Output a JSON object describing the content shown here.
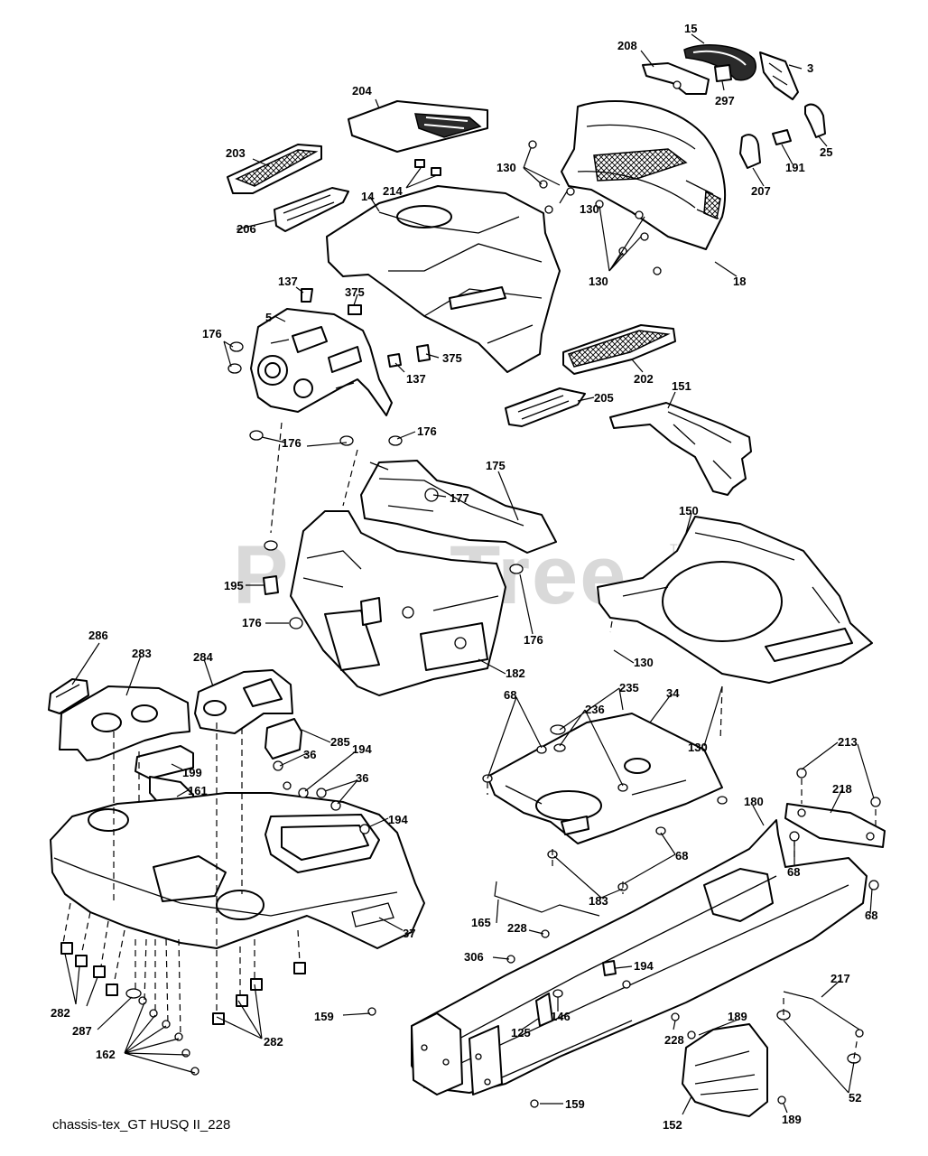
{
  "watermark": {
    "text": "PartsTree",
    "tm": "TM"
  },
  "caption": "chassis-tex_GT HUSQ II_228",
  "callouts": [
    {
      "id": "c15",
      "text": "15"
    },
    {
      "id": "c208",
      "text": "208"
    },
    {
      "id": "c3",
      "text": "3"
    },
    {
      "id": "c297",
      "text": "297"
    },
    {
      "id": "c204",
      "text": "204"
    },
    {
      "id": "c25",
      "text": "25"
    },
    {
      "id": "c130a",
      "text": "130"
    },
    {
      "id": "c191",
      "text": "191"
    },
    {
      "id": "c207",
      "text": "207"
    },
    {
      "id": "c203",
      "text": "203"
    },
    {
      "id": "c214",
      "text": "214"
    },
    {
      "id": "c14",
      "text": "14"
    },
    {
      "id": "c130b",
      "text": "130"
    },
    {
      "id": "c206",
      "text": "206"
    },
    {
      "id": "c130c",
      "text": "130"
    },
    {
      "id": "c18",
      "text": "18"
    },
    {
      "id": "c137a",
      "text": "137"
    },
    {
      "id": "c375a",
      "text": "375"
    },
    {
      "id": "c5",
      "text": "5"
    },
    {
      "id": "c176a",
      "text": "176"
    },
    {
      "id": "c375b",
      "text": "375"
    },
    {
      "id": "c137b",
      "text": "137"
    },
    {
      "id": "c202",
      "text": "202"
    },
    {
      "id": "c151",
      "text": "151"
    },
    {
      "id": "c205",
      "text": "205"
    },
    {
      "id": "c176b",
      "text": "176"
    },
    {
      "id": "c176c",
      "text": "176"
    },
    {
      "id": "c175",
      "text": "175"
    },
    {
      "id": "c177",
      "text": "177"
    },
    {
      "id": "c150",
      "text": "150"
    },
    {
      "id": "c195",
      "text": "195"
    },
    {
      "id": "c176d",
      "text": "176"
    },
    {
      "id": "c176e",
      "text": "176"
    },
    {
      "id": "c130d",
      "text": "130"
    },
    {
      "id": "c286",
      "text": "286"
    },
    {
      "id": "c283",
      "text": "283"
    },
    {
      "id": "c284",
      "text": "284"
    },
    {
      "id": "c182",
      "text": "182"
    },
    {
      "id": "c285",
      "text": "285"
    },
    {
      "id": "c68a",
      "text": "68"
    },
    {
      "id": "c235",
      "text": "235"
    },
    {
      "id": "c236",
      "text": "236"
    },
    {
      "id": "c34",
      "text": "34"
    },
    {
      "id": "c130e",
      "text": "130"
    },
    {
      "id": "c36a",
      "text": "36"
    },
    {
      "id": "c194a",
      "text": "194"
    },
    {
      "id": "c213",
      "text": "213"
    },
    {
      "id": "c36b",
      "text": "36"
    },
    {
      "id": "c199",
      "text": "199"
    },
    {
      "id": "c161",
      "text": "161"
    },
    {
      "id": "c218",
      "text": "218"
    },
    {
      "id": "c180",
      "text": "180"
    },
    {
      "id": "c194b",
      "text": "194"
    },
    {
      "id": "c68b",
      "text": "68"
    },
    {
      "id": "c68c",
      "text": "68"
    },
    {
      "id": "c183",
      "text": "183"
    },
    {
      "id": "c37",
      "text": "37"
    },
    {
      "id": "c165",
      "text": "165"
    },
    {
      "id": "c228a",
      "text": "228"
    },
    {
      "id": "c68d",
      "text": "68"
    },
    {
      "id": "c306",
      "text": "306"
    },
    {
      "id": "c194c",
      "text": "194"
    },
    {
      "id": "c217",
      "text": "217"
    },
    {
      "id": "c282a",
      "text": "282"
    },
    {
      "id": "c287",
      "text": "287"
    },
    {
      "id": "c159a",
      "text": "159"
    },
    {
      "id": "c146",
      "text": "146"
    },
    {
      "id": "c125",
      "text": "125"
    },
    {
      "id": "c189a",
      "text": "189"
    },
    {
      "id": "c228b",
      "text": "228"
    },
    {
      "id": "c162",
      "text": "162"
    },
    {
      "id": "c282b",
      "text": "282"
    },
    {
      "id": "c52",
      "text": "52"
    },
    {
      "id": "c159b",
      "text": "159"
    },
    {
      "id": "c152",
      "text": "152"
    },
    {
      "id": "c189b",
      "text": "189"
    }
  ]
}
